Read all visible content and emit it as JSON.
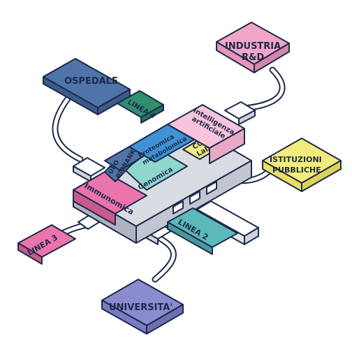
{
  "nodes": {
    "ospedale": "OSPEDALE",
    "industria_line1": "INDUSTRIA",
    "industria_line2": "R&D",
    "istituzioni_line1": "ISTITUZIONI",
    "istituzioni_line2": "PUBBLICHE",
    "universita": "UNIVERSITA'",
    "linea3": "LINEA 3",
    "linea2": "LINEA 2",
    "linea4": "LINEA 4"
  },
  "hub": {
    "immunomica": "Immunomica",
    "genomica": "Genomica",
    "upo_biobank_line1": "UPO",
    "upo_biobank_line2": "BIOBANK",
    "proteomica_line1": "Proteomica",
    "proteomica_line2": "metabolomica",
    "covid_line1": "COVID",
    "covid_line2": "Lab",
    "ia_line1": "Intelligenza",
    "ia_line2": "artificiale"
  },
  "colors": {
    "outline": "#1d2a4a",
    "ospedale": "#4f74a8",
    "industria": "#f0a6c8",
    "istituzioni": "#f4ec7a",
    "universita": "#8b8bd0",
    "linea3": "#ec74ad",
    "linea2": "#5cb9b9",
    "linea4": "#2f8f6f",
    "immunomica": "#ec74ad",
    "genomica": "#8fd6cf",
    "upo_biobank": "#4f74a8",
    "proteomica": "#3f92d6",
    "covid": "#f4ec7a",
    "ia": "#f7c4dc",
    "hub_body": "#d9dce3",
    "hub_side": "#aeb3bf"
  }
}
